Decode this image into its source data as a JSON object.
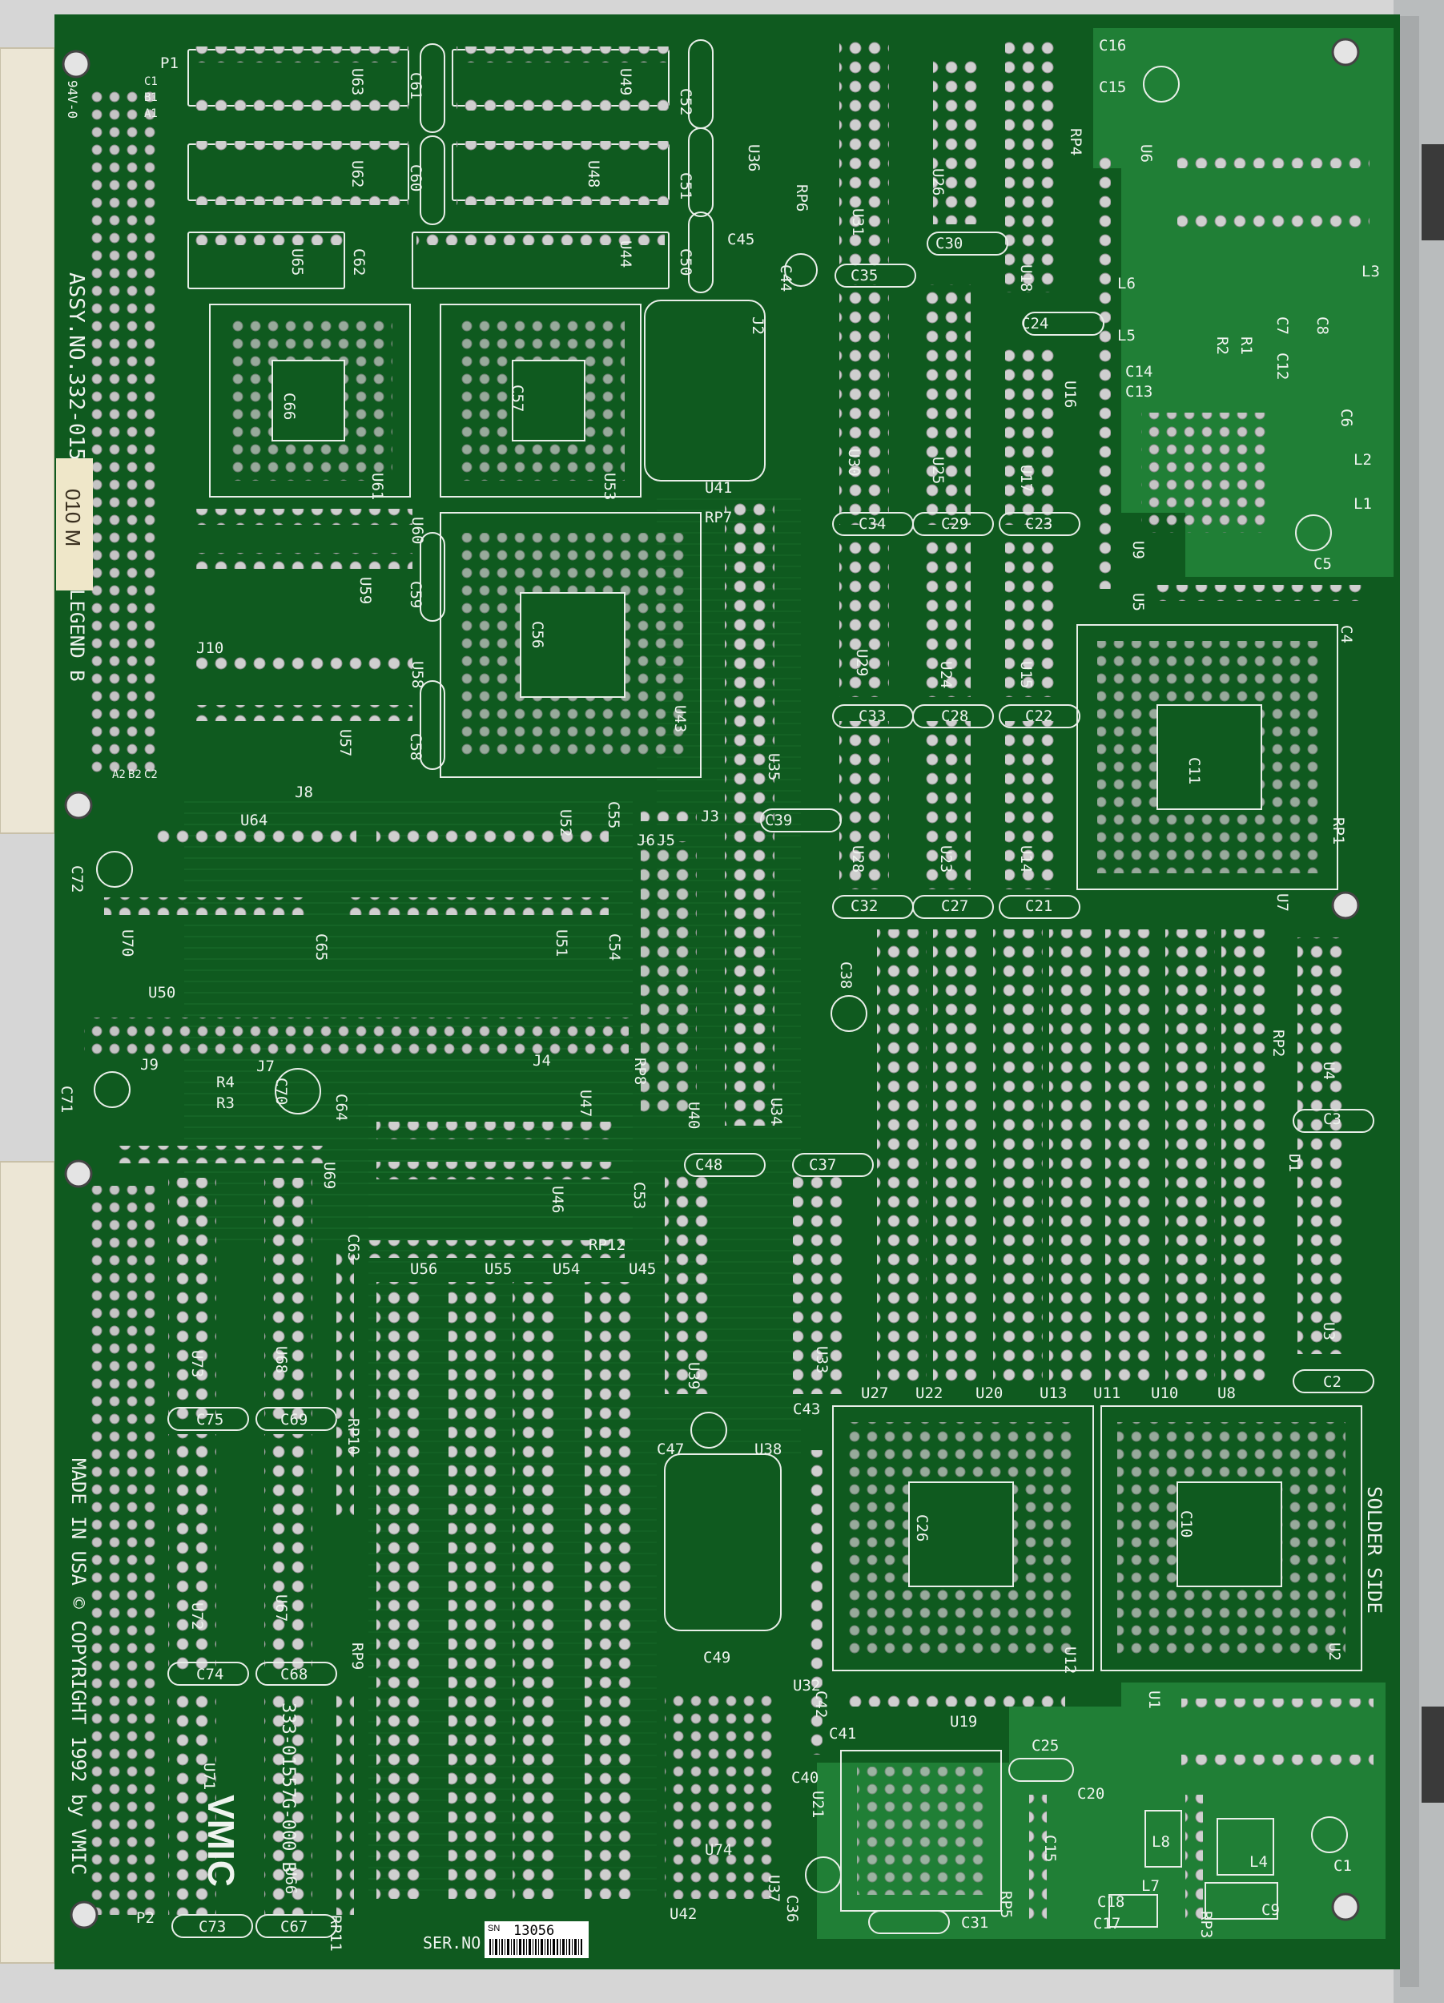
{
  "colors": {
    "board": "#0f5a1f",
    "board_dark": "#0b4417",
    "trace": "#1a7a2e",
    "pad": "#c9c9c9",
    "silkscreen": "#e8eee8",
    "connector": "#ece6d5",
    "bracket": "#b9bcbd",
    "background": "#d6d6d6",
    "light_copper": "#2f9f48"
  },
  "board": {
    "assembly_number": "ASSY.NO.332-01557G",
    "legend": "LEGEND B",
    "sticker_code": "010 M",
    "flammability_mark": "94V-0",
    "copyright": "MADE IN USA © COPYRIGHT 1992 by VMIC",
    "part_number_text": "333-01557G-000 B",
    "maker_logo": "VMIC",
    "solder_side": "SOLDER SIDE",
    "serial_label": "SER.NO.",
    "serial_prefix": "SN",
    "serial_number": "13056"
  },
  "connectors": {
    "p1": "P1",
    "p2": "P2",
    "row_labels": [
      "C1",
      "B1",
      "A1",
      "A2",
      "B2",
      "C2"
    ]
  },
  "components": [
    "U63",
    "U49",
    "C61",
    "C52",
    "U36",
    "U31",
    "U26",
    "U18",
    "C16",
    "C15",
    "U6",
    "U62",
    "U48",
    "C60",
    "C51",
    "RP6",
    "RP4",
    "U65",
    "C62",
    "U44",
    "C50",
    "C45",
    "C44",
    "C35",
    "C30",
    "U61",
    "C66",
    "U53",
    "C57",
    "U41",
    "J2",
    "U30",
    "U25",
    "U17",
    "C24",
    "U16",
    "L6",
    "L3",
    "L5",
    "R2",
    "R1",
    "C7",
    "C8",
    "C12",
    "C14",
    "C13",
    "C6",
    "L2",
    "L1",
    "C5",
    "U9",
    "U60",
    "U59",
    "C59",
    "C56",
    "RP7",
    "C34",
    "C29",
    "C23",
    "U5",
    "C4",
    "J10",
    "U58",
    "U43",
    "U29",
    "U24",
    "U15",
    "C11",
    "C33",
    "C28",
    "C22",
    "U57",
    "C58",
    "U35",
    "RP1",
    "J8",
    "U64",
    "U52",
    "C55",
    "J6",
    "J5",
    "J3",
    "C39",
    "U28",
    "U23",
    "U14",
    "U7",
    "C72",
    "U70",
    "C65",
    "U51",
    "C54",
    "C32",
    "C27",
    "C21",
    "U50",
    "C38",
    "RP2",
    "U4",
    "J9",
    "J7",
    "R4",
    "R3",
    "C70",
    "C64",
    "J4",
    "U47",
    "RP8",
    "U40",
    "U34",
    "C3",
    "D1",
    "C71",
    "U69",
    "U46",
    "C48",
    "C37",
    "C53",
    "C63",
    "RP12",
    "U56",
    "U55",
    "U54",
    "U45",
    "U3",
    "U73",
    "U68",
    "U39",
    "U33",
    "U27",
    "U22",
    "U20",
    "U13",
    "U11",
    "U10",
    "U8",
    "C2",
    "C75",
    "C69",
    "RP10",
    "C43",
    "C47",
    "U38",
    "C26",
    "C10",
    "U72",
    "U67",
    "U12",
    "U2",
    "C74",
    "C68",
    "RP9",
    "C49",
    "U32",
    "C42",
    "C41",
    "U19",
    "C40",
    "U71",
    "U21",
    "C25",
    "C20",
    "U1",
    "U74",
    "C15",
    "L8",
    "L7",
    "L4",
    "C1",
    "U66",
    "C73",
    "C67",
    "RP11",
    "U42",
    "U37",
    "C36",
    "C31",
    "RP5",
    "C18",
    "C17",
    "RP3",
    "C9"
  ]
}
